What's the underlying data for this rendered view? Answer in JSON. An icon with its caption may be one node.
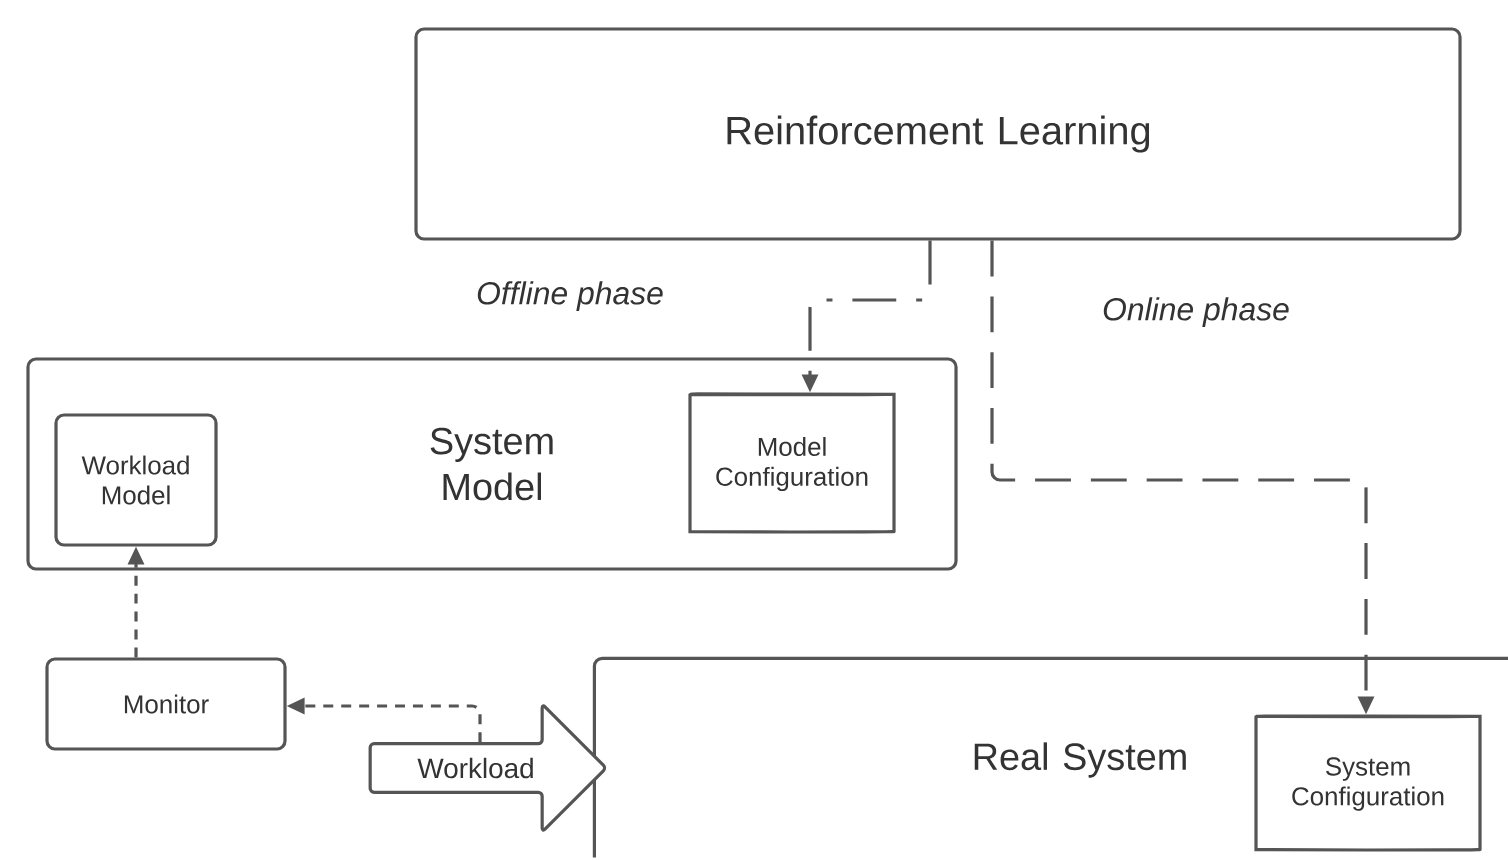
{
  "diagram": {
    "nodes": [
      {
        "text": [
          "Reinforcement Learning"
        ]
      },
      {
        "text": [
          "System Model"
        ]
      },
      {
        "text": [
          "Workload Model"
        ],
        "in": 1
      },
      {
        "text": [
          "Model Configuration"
        ],
        "in": 1
      },
      {
        "text": [
          "Monitor"
        ]
      },
      {
        "text": [
          "Real System"
        ]
      },
      {
        "text": [
          "System Configuration"
        ],
        "in": 5
      },
      {
        "text": [
          "Workload"
        ]
      }
    ],
    "edges": [
      {
        "from": 0,
        "to": 3,
        "arrow": "to",
        "style": "dashed"
      },
      {
        "from": 0,
        "to": 6,
        "arrow": "to",
        "style": "dashed"
      },
      {
        "from": 4,
        "to": 2,
        "arrow": "to",
        "style": "dashed"
      },
      {
        "from": 7,
        "to": 4,
        "arrow": "to",
        "style": "dashed"
      }
    ],
    "labels": [
      "Offline phase",
      "Online phase"
    ]
  }
}
